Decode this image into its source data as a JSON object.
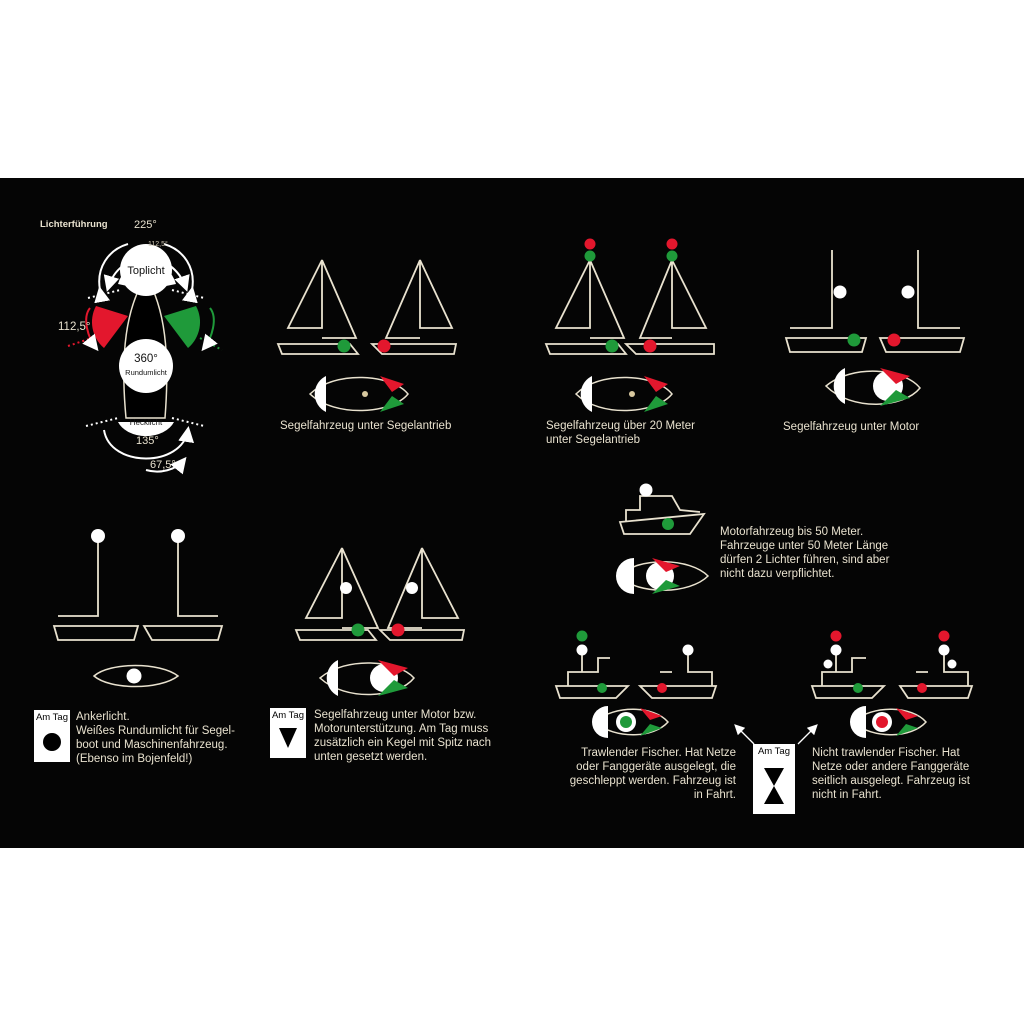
{
  "colors": {
    "background": "#050505",
    "hull": "#e9e2cf",
    "red": "#e3172d",
    "green": "#1f9a3a",
    "white": "#ffffff"
  },
  "diagram": {
    "heading": "Lichterführung",
    "angle_top": "225°",
    "angle_top_half": "112,5°",
    "angle_side": "112,5°",
    "top_light": "Toplicht",
    "all_round": "360°",
    "all_round_sub": "Rundumlicht",
    "stern_light": "Hecklicht",
    "angle_stern": "135°",
    "angle_stern_half": "67,5°"
  },
  "captions": {
    "sail_under_sail": "Segelfahrzeug unter Segelantrieb",
    "sail_over_20": "Segelfahrzeug über 20 Meter\nunter Segelantrieb",
    "sail_under_motor": "Segelfahrzeug unter Motor",
    "motor_50": "Motorfahrzeug bis 50 Meter.\nFahrzeuge unter 50 Meter Länge\ndürfen 2 Lichter führen, sind aber\nnicht dazu verpflichtet.",
    "anchor": "Ankerlicht.\nWeißes Rundumlicht für Segel-\nboot und Maschinenfahrzeug.\n(Ebenso im Bojenfeld!)",
    "motor_assist": "Segelfahrzeug unter Motor bzw.\nMotorunterstützung. Am Tag muss\nzusätzlich ein Kegel mit Spitz nach\nunten gesetzt werden.",
    "trawler": "Trawlender Fischer. Hat Netze\noder Fanggeräte ausgelegt, die\ngeschleppt werden. Fahrzeug ist\nin Fahrt.",
    "non_trawler": "Nicht trawlender Fischer. Hat\nNetze oder andere Fanggeräte\nseitlich ausgelegt. Fahrzeug ist\nnicht in Fahrt."
  },
  "day_signals": {
    "label": "Am Tag",
    "anchor": "ball",
    "motor_assist": "cone-down",
    "fishing": "two-cones-apex-together"
  }
}
